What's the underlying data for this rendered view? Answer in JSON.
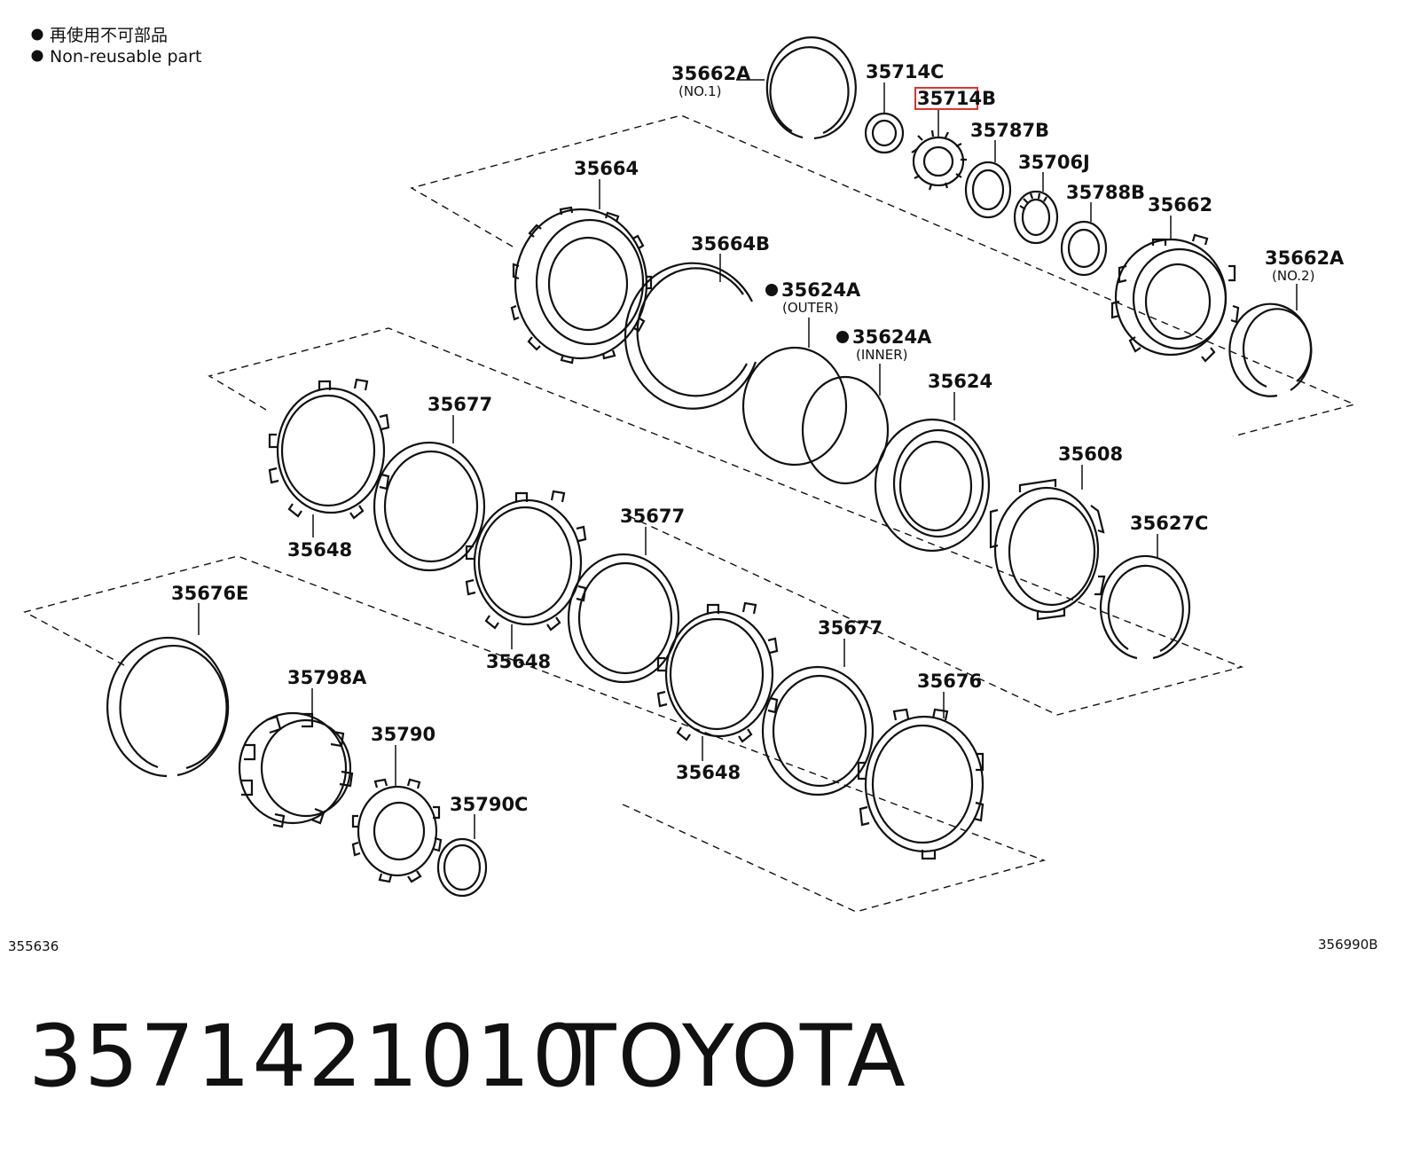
{
  "legend": {
    "jp": "再使用不可部品",
    "en": "Non-reusable part"
  },
  "corner_codes": {
    "left": "355636",
    "right": "356990B"
  },
  "footer": {
    "part_number": "3571421010",
    "brand": "TOYOTA"
  },
  "highlight_color": "#d9362f",
  "parts": [
    {
      "id": "p-35662a-1",
      "label": "35662A",
      "note": "(NO.1)"
    },
    {
      "id": "p-35714c",
      "label": "35714C"
    },
    {
      "id": "p-35714b",
      "label": "35714B",
      "highlighted": true
    },
    {
      "id": "p-35787b",
      "label": "35787B"
    },
    {
      "id": "p-35706j",
      "label": "35706J"
    },
    {
      "id": "p-35788b",
      "label": "35788B"
    },
    {
      "id": "p-35664",
      "label": "35664"
    },
    {
      "id": "p-35662",
      "label": "35662"
    },
    {
      "id": "p-35664b",
      "label": "35664B"
    },
    {
      "id": "p-35662a-2",
      "label": "35662A",
      "note": "(NO.2)"
    },
    {
      "id": "p-35624a-outer",
      "label": "35624A",
      "note": "(OUTER)",
      "non_reusable": true
    },
    {
      "id": "p-35624a-inner",
      "label": "35624A",
      "note": "(INNER)",
      "non_reusable": true
    },
    {
      "id": "p-35624",
      "label": "35624"
    },
    {
      "id": "p-35677-a",
      "label": "35677"
    },
    {
      "id": "p-35608",
      "label": "35608"
    },
    {
      "id": "p-35648-a",
      "label": "35648"
    },
    {
      "id": "p-35677-b",
      "label": "35677"
    },
    {
      "id": "p-35627c",
      "label": "35627C"
    },
    {
      "id": "p-35676e",
      "label": "35676E"
    },
    {
      "id": "p-35648-b",
      "label": "35648"
    },
    {
      "id": "p-35677-c",
      "label": "35677"
    },
    {
      "id": "p-35798a",
      "label": "35798A"
    },
    {
      "id": "p-35676",
      "label": "35676"
    },
    {
      "id": "p-35790",
      "label": "35790"
    },
    {
      "id": "p-35648-c",
      "label": "35648"
    },
    {
      "id": "p-35790c",
      "label": "35790C"
    }
  ]
}
